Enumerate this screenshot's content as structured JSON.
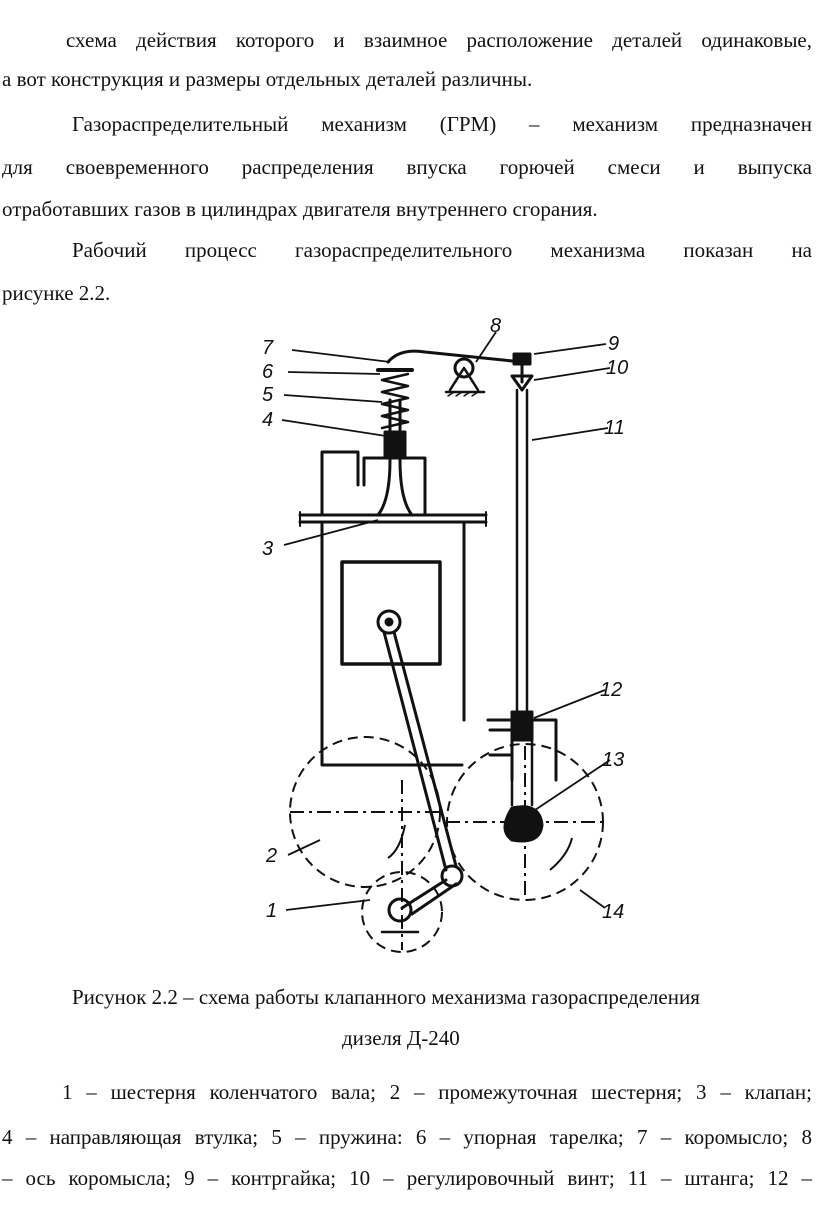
{
  "paragraph1": {
    "line1": "схема действия которого и взаимное расположение деталей одинаковые,",
    "line2": "а вот конструкция и размеры отдельных деталей различны."
  },
  "paragraph2": {
    "line1": "Газораспределительный механизм (ГРМ) – механизм предназначен",
    "line2": "для своевременного распределения впуска горючей смеси и выпуска",
    "line3": "отработавших газов в цилиндрах двигателя внутреннего сгорания."
  },
  "paragraph3": {
    "line1": "Рабочий процесс газораспределительного механизма показан на",
    "line2": "рисунке 2.2."
  },
  "figure": {
    "labels": [
      "1",
      "2",
      "3",
      "4",
      "5",
      "6",
      "7",
      "8",
      "9",
      "10",
      "11",
      "12",
      "13",
      "14"
    ],
    "caption_line1": "Рисунок 2.2 – схема работы клапанного механизма газораспределения",
    "caption_line2": "дизеля Д-240"
  },
  "legend": {
    "line1": "1 – шестерня коленчатого вала; 2 – промежуточная шестерня; 3 – клапан;",
    "line2": "4 – направляющая втулка; 5 – пружина: 6 – упорная тарелка; 7 – коромысло; 8",
    "line3": "– ось коромысла; 9 – контргайка; 10 – регулировочный винт; 11 – штанга; 12 –"
  }
}
